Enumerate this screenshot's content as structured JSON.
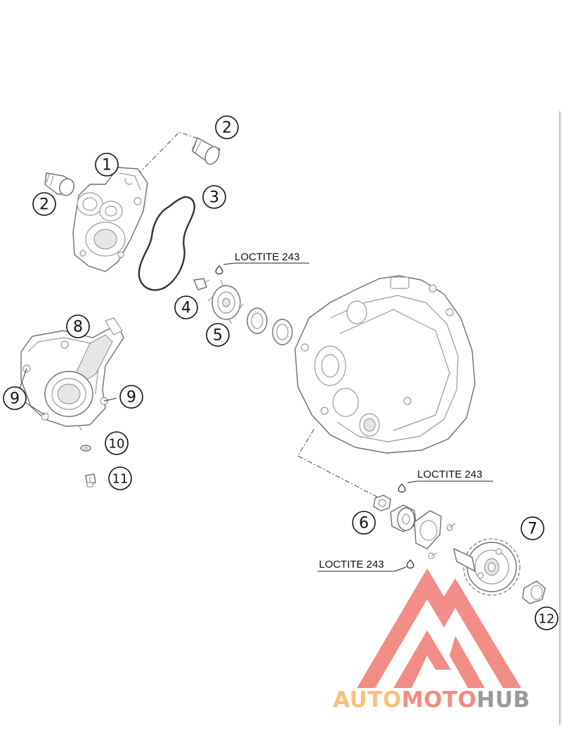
{
  "callouts": [
    "1",
    "2",
    "2",
    "3",
    "4",
    "5",
    "6",
    "7",
    "8",
    "9",
    "9",
    "10",
    "11",
    "12"
  ],
  "notes": {
    "loctite_top": "LOCTITE 243",
    "loctite_mid": "LOCTITE 243",
    "loctite_low": "LOCTITE 243"
  },
  "watermark": {
    "part1": "AUTO",
    "part2": "MOTO",
    "part3": "HUB",
    "colors": {
      "auto": "#f7c27c",
      "moto": "#f28b83",
      "hub": "#9a9a9a",
      "triangle": "#f07a72"
    }
  }
}
